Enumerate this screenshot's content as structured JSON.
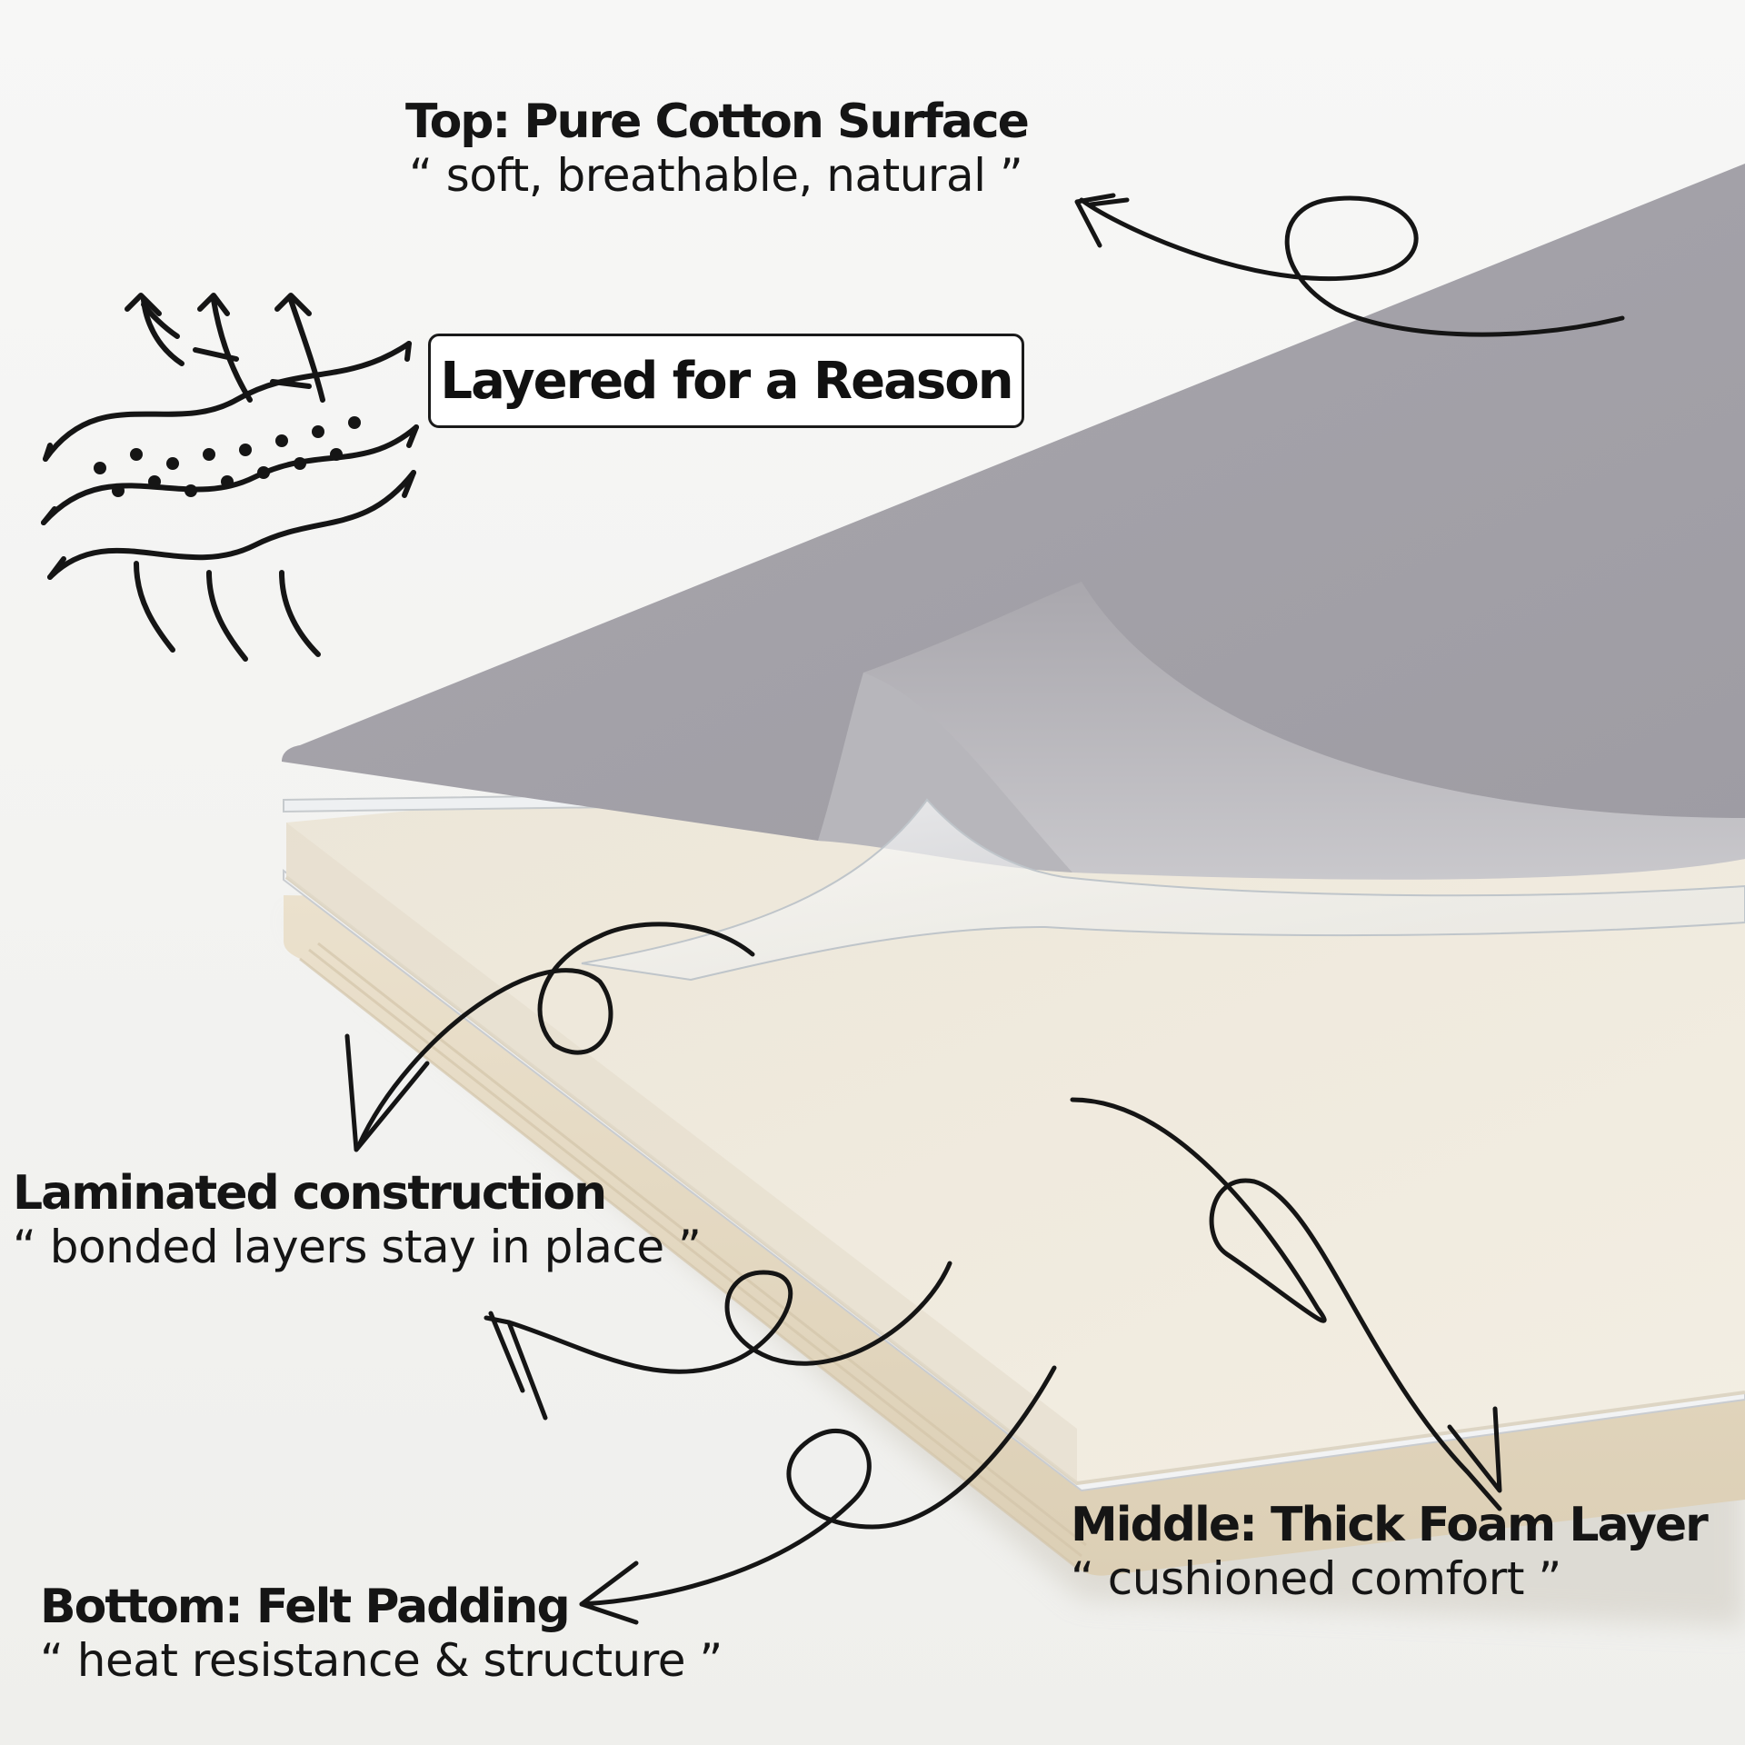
{
  "headline": "Layered for a Reason",
  "layers": {
    "top": {
      "title": "Top: Pure Cotton Surface",
      "quote": "“ soft, breathable, natural ”"
    },
    "laminated": {
      "title": "Laminated construction",
      "quote": "“ bonded layers stay in place ”"
    },
    "middle": {
      "title": "Middle: Thick Foam Layer",
      "quote": "“ cushioned comfort ”"
    },
    "bottom": {
      "title": "Bottom: Felt Padding",
      "quote": "“ heat resistance & structure ”"
    }
  },
  "icons": [
    "breathable-layers-icon",
    "loop-arrow-icon"
  ],
  "colors": {
    "cotton": "#a3a1a8",
    "foam": "#f1ebde",
    "felt": "#e6dac3",
    "film": "#e8eaec",
    "ink": "#151515",
    "background": "#f4f4f2"
  }
}
